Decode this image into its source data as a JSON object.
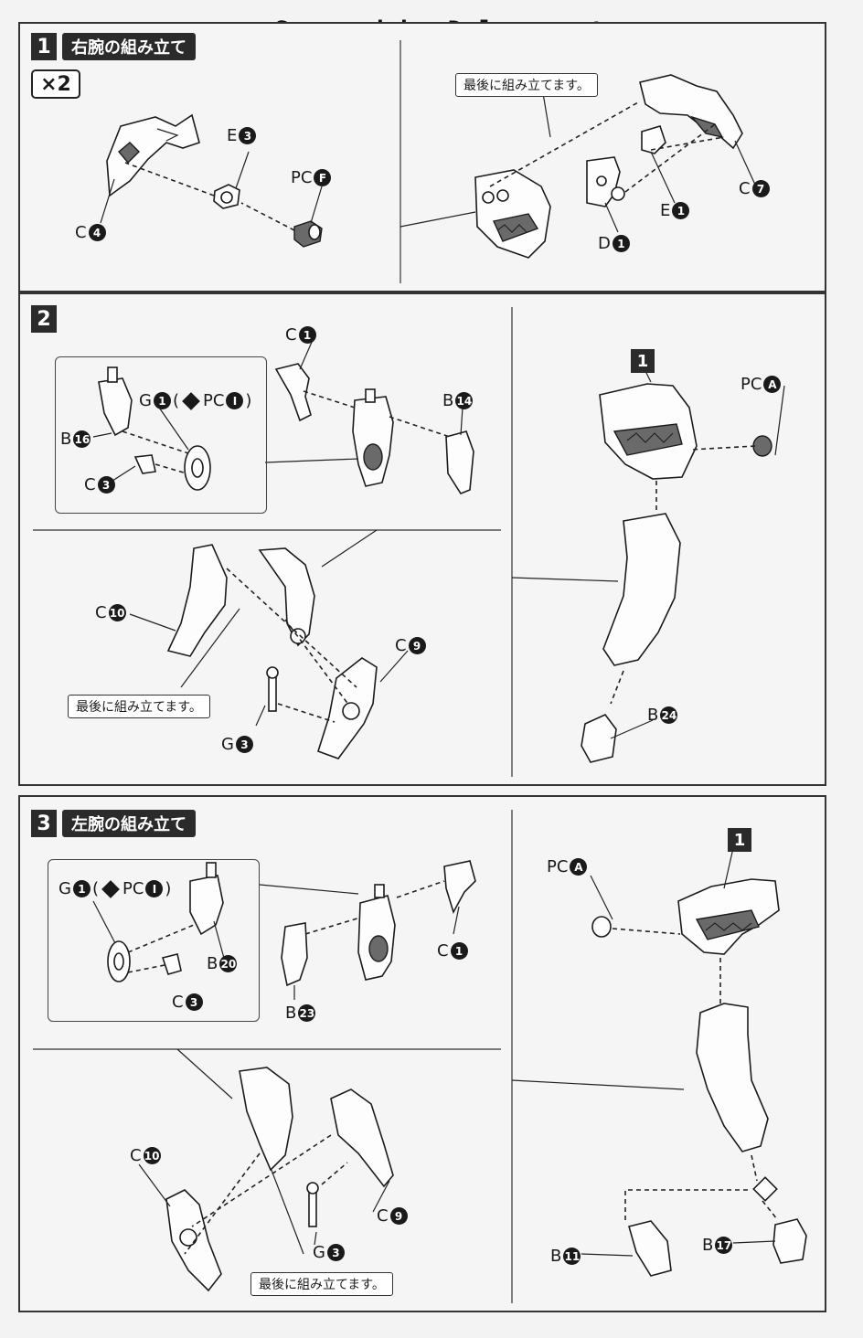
{
  "watermark": "Scanned by Dalong.net",
  "note_text": "最後に組み立てます。",
  "step1": {
    "num": "1",
    "title": "右腕の組み立て",
    "qty": "×2",
    "labels": {
      "e3": {
        "letter": "E",
        "num": "3"
      },
      "pcf": {
        "letter": "PC",
        "num": "F"
      },
      "c4": {
        "letter": "C",
        "num": "4"
      },
      "c7": {
        "letter": "C",
        "num": "7"
      },
      "e1": {
        "letter": "E",
        "num": "1"
      },
      "d1": {
        "letter": "D",
        "num": "1"
      }
    }
  },
  "step2": {
    "num": "2",
    "labels": {
      "c1": {
        "letter": "C",
        "num": "1"
      },
      "g1": {
        "letter": "G",
        "num": "1",
        "paren_open": "(",
        "pc": "PC",
        "pc_num": "I",
        "paren_close": ")"
      },
      "b14": {
        "letter": "B",
        "num": "14"
      },
      "b16": {
        "letter": "B",
        "num": "16"
      },
      "c3": {
        "letter": "C",
        "num": "3"
      },
      "c10": {
        "letter": "C",
        "num": "10"
      },
      "c9": {
        "letter": "C",
        "num": "9"
      },
      "g3": {
        "letter": "G",
        "num": "3"
      },
      "pca": {
        "letter": "PC",
        "num": "A"
      },
      "b24": {
        "letter": "B",
        "num": "24"
      }
    },
    "ref": "1"
  },
  "step3": {
    "num": "3",
    "title": "左腕の組み立て",
    "labels": {
      "g1": {
        "letter": "G",
        "num": "1",
        "paren_open": "(",
        "pc": "PC",
        "pc_num": "I",
        "paren_close": ")"
      },
      "b20": {
        "letter": "B",
        "num": "20"
      },
      "c3": {
        "letter": "C",
        "num": "3"
      },
      "b23": {
        "letter": "B",
        "num": "23"
      },
      "c1": {
        "letter": "C",
        "num": "1"
      },
      "c10": {
        "letter": "C",
        "num": "10"
      },
      "c9": {
        "letter": "C",
        "num": "9"
      },
      "g3": {
        "letter": "G",
        "num": "3"
      },
      "pca": {
        "letter": "PC",
        "num": "A"
      },
      "b11": {
        "letter": "B",
        "num": "11"
      },
      "b17": {
        "letter": "B",
        "num": "17"
      }
    },
    "ref": "1"
  },
  "icons": {
    "warning": "exclamation-icon",
    "arrow": "rotate-arrow-icon"
  }
}
